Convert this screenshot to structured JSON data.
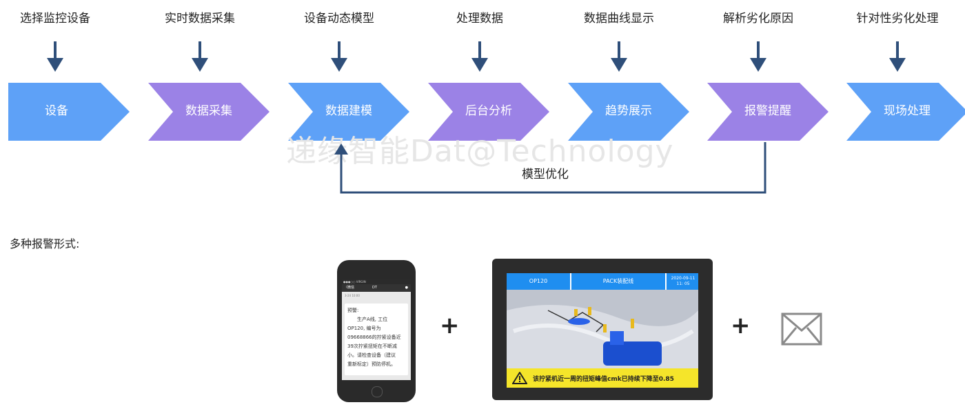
{
  "steps": [
    {
      "top": "选择监控设备",
      "box": "设备",
      "color": "#5ea1f7"
    },
    {
      "top": "实时数据采集",
      "box": "数据采集",
      "color": "#9b82e6"
    },
    {
      "top": "设备动态模型",
      "box": "数据建模",
      "color": "#5ea1f7"
    },
    {
      "top": "处理数据",
      "box": "后台分析",
      "color": "#9b82e6"
    },
    {
      "top": "数据曲线显示",
      "box": "趋势展示",
      "color": "#5ea1f7"
    },
    {
      "top": "解析劣化原因",
      "box": "报警提醒",
      "color": "#9b82e6"
    },
    {
      "top": "针对性劣化处理",
      "box": "现场处理",
      "color": "#5ea1f7"
    }
  ],
  "arrow_color": "#2f4f7a",
  "watermark": "递缘智能Dat@Technology",
  "feedback_label": "模型优化",
  "alert_section_title": "多种报警形式:",
  "phone": {
    "status": "●●●○○ VIRGIN  ",
    "back": "〈微信",
    "title": "DT",
    "time": "3-24 10:00",
    "message": "预警:\n　　生产A线, 工位\nOP120, 编号为\n09668866的拧紧设备近\n39次拧紧扭矩在不断减\n小。请检查设备（建议\n重新标定）预防停机。"
  },
  "plus_sign": "+",
  "tablet": {
    "station": "OP120",
    "line": "PACK装配线",
    "date": "2020-09-11",
    "time": "11: 05",
    "warning": "该拧紧机近一周的扭矩峰值cmk已持续下降至0.85"
  }
}
